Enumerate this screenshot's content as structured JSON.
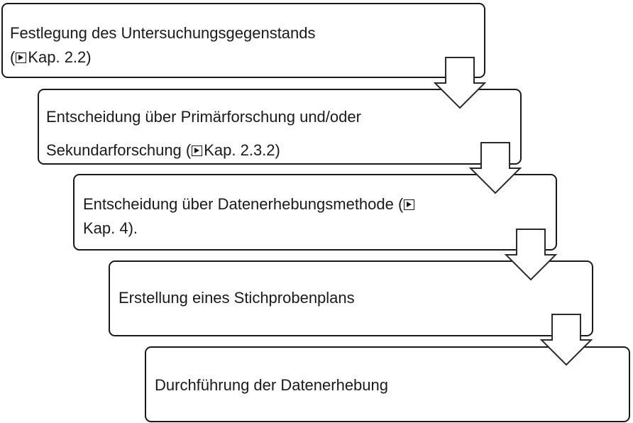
{
  "diagram": {
    "steps": [
      {
        "line1_pre": "Festlegung des Untersuchungsgegenstands",
        "line2_pre": "(",
        "ref_icon": "play-reference-icon",
        "line2_post": "Kap. 2.2)"
      },
      {
        "line1_pre": "Entscheidung über Primärforschung und/oder",
        "line2_pre": "Sekundarforschung  (",
        "ref_icon": "play-reference-icon",
        "line2_post": "Kap. 2.3.2)"
      },
      {
        "line1_pre": "Entscheidung über Datenerhebungsmethode (",
        "ref_icon": "play-reference-icon",
        "line2_post": "Kap. 4)."
      },
      {
        "line1_pre": "Erstellung eines Stichprobenplans"
      },
      {
        "line1_pre": "Durchführung der Datenerhebung"
      }
    ],
    "arrow_icon": "down-arrow-icon",
    "colors": {
      "border": "#1a1a1a",
      "background": "#ffffff",
      "text": "#1a1a1a"
    }
  }
}
